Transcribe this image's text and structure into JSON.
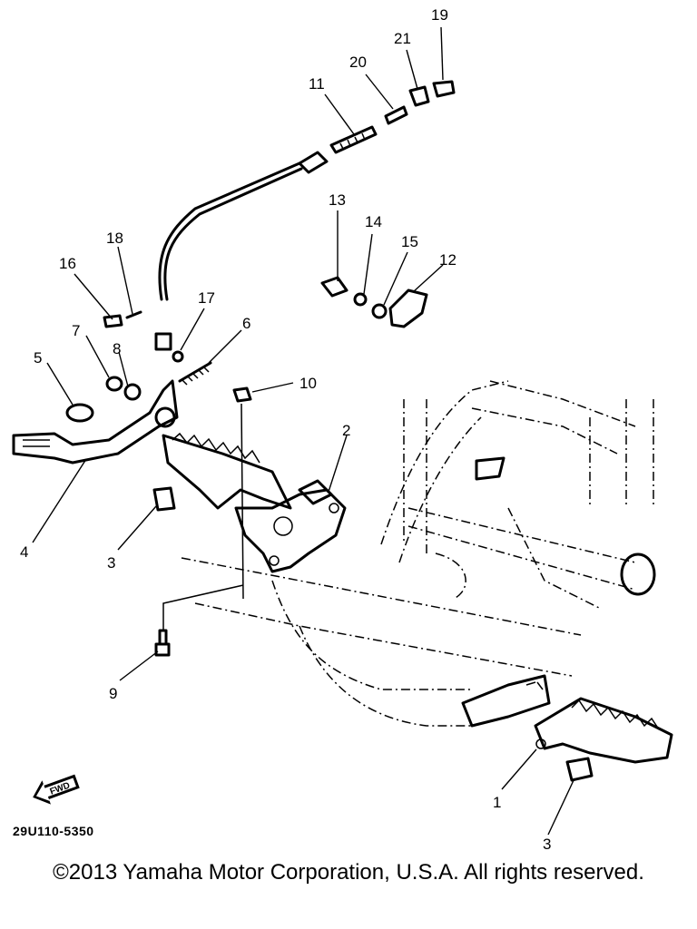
{
  "diagram": {
    "callouts": [
      {
        "id": "c19",
        "label": "19"
      },
      {
        "id": "c21",
        "label": "21"
      },
      {
        "id": "c20",
        "label": "20"
      },
      {
        "id": "c11",
        "label": "11"
      },
      {
        "id": "c13",
        "label": "13"
      },
      {
        "id": "c14",
        "label": "14"
      },
      {
        "id": "c15",
        "label": "15"
      },
      {
        "id": "c12",
        "label": "12"
      },
      {
        "id": "c18",
        "label": "18"
      },
      {
        "id": "c16",
        "label": "16"
      },
      {
        "id": "c17",
        "label": "17"
      },
      {
        "id": "c6",
        "label": "6"
      },
      {
        "id": "c7",
        "label": "7"
      },
      {
        "id": "c8",
        "label": "8"
      },
      {
        "id": "c5",
        "label": "5"
      },
      {
        "id": "c10",
        "label": "10"
      },
      {
        "id": "c2",
        "label": "2"
      },
      {
        "id": "c4",
        "label": "4"
      },
      {
        "id": "c3a",
        "label": "3"
      },
      {
        "id": "c9",
        "label": "9"
      },
      {
        "id": "c1",
        "label": "1"
      },
      {
        "id": "c3b",
        "label": "3"
      }
    ],
    "fwd_label": "FWD",
    "ref_code": "29U110-5350",
    "copyright": "©2013 Yamaha Motor Corporation, U.S.A. All rights reserved."
  }
}
